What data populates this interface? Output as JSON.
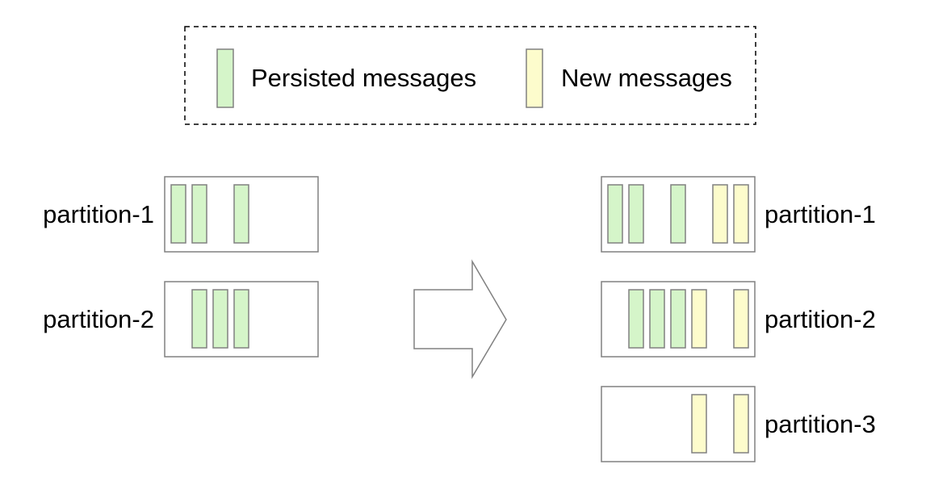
{
  "colors": {
    "persisted_fill": "#d5f5c9",
    "new_fill": "#fdfccc",
    "stroke": "#808080",
    "legend_border": "#000000",
    "text": "#000000"
  },
  "legend": {
    "items": [
      {
        "label": "Persisted messages",
        "kind": "persisted"
      },
      {
        "label": "New messages",
        "kind": "new"
      }
    ]
  },
  "before": {
    "partitions": [
      {
        "label": "partition-1",
        "messages": [
          "persisted",
          "persisted",
          null,
          "persisted",
          null,
          null,
          null
        ]
      },
      {
        "label": "partition-2",
        "messages": [
          null,
          "persisted",
          "persisted",
          "persisted",
          null,
          null,
          null
        ]
      }
    ]
  },
  "after": {
    "partitions": [
      {
        "label": "partition-1",
        "messages": [
          "persisted",
          "persisted",
          null,
          "persisted",
          null,
          "new",
          "new"
        ]
      },
      {
        "label": "partition-2",
        "messages": [
          null,
          "persisted",
          "persisted",
          "persisted",
          "new",
          null,
          "new"
        ]
      },
      {
        "label": "partition-3",
        "messages": [
          null,
          null,
          null,
          null,
          "new",
          null,
          "new"
        ]
      }
    ]
  },
  "transition": {
    "icon": "right-arrow-icon"
  }
}
